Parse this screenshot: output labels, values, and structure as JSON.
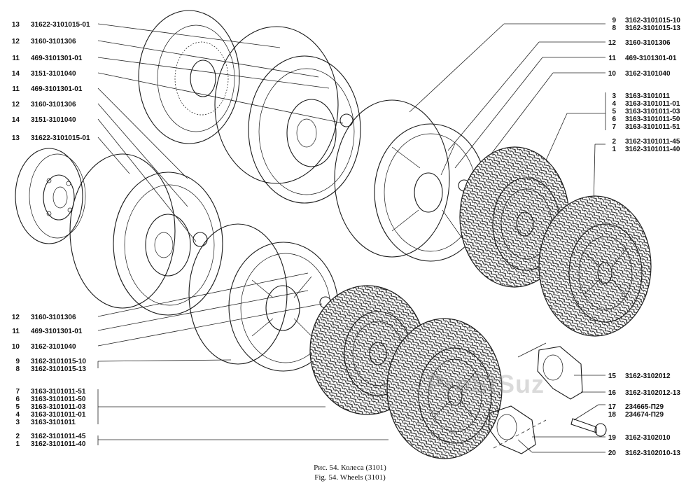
{
  "labels_left": [
    {
      "num": "13",
      "code": "31622-3101015-01"
    },
    {
      "num": "12",
      "code": "3160-3101306"
    },
    {
      "num": "11",
      "code": "469-3101301-01"
    },
    {
      "num": "14",
      "code": "3151-3101040"
    },
    {
      "num": "11",
      "code": "469-3101301-01"
    },
    {
      "num": "12",
      "code": "3160-3101306"
    },
    {
      "num": "14",
      "code": "3151-3101040"
    },
    {
      "num": "13",
      "code": "31622-3101015-01"
    },
    {
      "num": "12",
      "code": "3160-3101306"
    },
    {
      "num": "11",
      "code": "469-3101301-01"
    },
    {
      "num": "10",
      "code": "3162-3101040"
    },
    {
      "num": "9",
      "code": "3162-3101015-10"
    },
    {
      "num": "8",
      "code": "3162-3101015-13"
    },
    {
      "num": "7",
      "code": "3163-3101011-51"
    },
    {
      "num": "6",
      "code": "3163-3101011-50"
    },
    {
      "num": "5",
      "code": "3163-3101011-03"
    },
    {
      "num": "4",
      "code": "3163-3101011-01"
    },
    {
      "num": "3",
      "code": "3163-3101011"
    },
    {
      "num": "2",
      "code": "3162-3101011-45"
    },
    {
      "num": "1",
      "code": "3162-3101011-40"
    }
  ],
  "labels_right": [
    {
      "num": "9",
      "code": "3162-3101015-10"
    },
    {
      "num": "8",
      "code": "3162-3101015-13"
    },
    {
      "num": "12",
      "code": "3160-3101306"
    },
    {
      "num": "11",
      "code": "469-3101301-01"
    },
    {
      "num": "10",
      "code": "3162-3101040"
    },
    {
      "num": "3",
      "code": "3163-3101011"
    },
    {
      "num": "4",
      "code": "3163-3101011-01"
    },
    {
      "num": "5",
      "code": "3163-3101011-03"
    },
    {
      "num": "6",
      "code": "3163-3101011-50"
    },
    {
      "num": "7",
      "code": "3163-3101011-51"
    },
    {
      "num": "2",
      "code": "3162-3101011-45"
    },
    {
      "num": "1",
      "code": "3162-3101011-40"
    },
    {
      "num": "15",
      "code": "3162-3102012"
    },
    {
      "num": "16",
      "code": "3162-3102012-13"
    },
    {
      "num": "17",
      "code": "234665-П29"
    },
    {
      "num": "18",
      "code": "234674-П29"
    },
    {
      "num": "19",
      "code": "3162-3102010"
    },
    {
      "num": "20",
      "code": "3162-3102010-13"
    }
  ],
  "caption": {
    "ru": "Рис. 54. Колеса (3101)",
    "en": "Fig. 54. Wheels (3101)"
  },
  "watermark": "ProStSuz"
}
